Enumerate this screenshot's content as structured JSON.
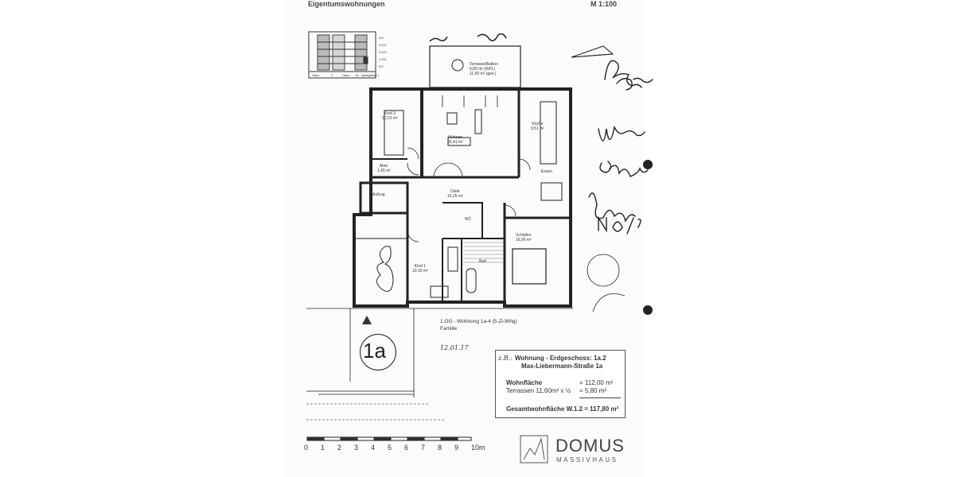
{
  "header": {
    "title": "Eigentumswohnungen",
    "scale": "M 1:100"
  },
  "keyplan": {
    "rows": [
      "DG",
      "3.OG",
      "2.OG",
      "1.OG",
      "EG"
    ],
    "house_label": "Haus",
    "house_a": "1",
    "house_b": "1a",
    "flip_note": "(spiegelbgl.)"
  },
  "rooms": {
    "terrace": [
      "Terrasse/Balkon",
      "5,80 m²   (WFL)",
      "11,60 m² (ges.)"
    ],
    "kind3": [
      "Kind 3",
      "10,31 m²"
    ],
    "wohnen": [
      "Wohnen",
      "26,41 m²"
    ],
    "kueche": [
      "Küche",
      "9,51 m²"
    ],
    "abst": [
      "Abst.",
      "1,45 m²"
    ],
    "essen": [
      "Essen"
    ],
    "aufzug": [
      "Aufzug"
    ],
    "diele": [
      "Diele",
      "16,25 m²"
    ],
    "wc": [
      "WC"
    ],
    "schlafen": [
      "Schlafen",
      "16,90 m²"
    ],
    "kind1": [
      "Kind 1",
      "10,19 m²"
    ],
    "bad": [
      "Bad"
    ]
  },
  "handwritten": {
    "date": "12.01.17"
  },
  "unit_label": "1a",
  "apartment_note": [
    "1.OG - Wohnung 1a-4  (5-Zi-Whg)",
    "Familie"
  ],
  "summary": {
    "prefix": "z.B.:",
    "title_line1": "Wohnung - Erdgeschoss: 1a.2",
    "title_line2": "Max-Liebermann-Straße 1a",
    "living_label": "Wohnfläche",
    "living_value": "= 112,00 m²",
    "terrace_label": "Terrassen  11,60m² x ½",
    "terrace_value": "=   5,80 m²",
    "total": "Gesamtwohnfläche W.1.2 = 117,80 m²"
  },
  "scalebar": {
    "labels": [
      "0",
      "1",
      "2",
      "3",
      "4",
      "5",
      "6",
      "7",
      "8",
      "9",
      "10m"
    ]
  },
  "brand": {
    "name": "DOMUS",
    "sub": "MASSIVHAUS"
  }
}
